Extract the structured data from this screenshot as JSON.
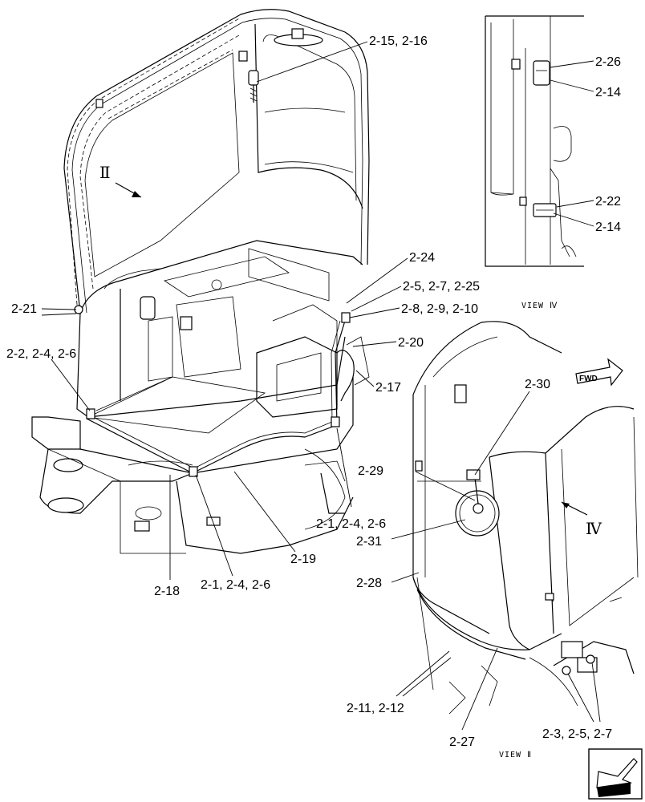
{
  "callouts": {
    "c_2_15": "2-15, 2-16",
    "c_2_26": "2-26",
    "c_2_14a": "2-14",
    "c_2_22": "2-22",
    "c_2_14b": "2-14",
    "c_2_24": "2-24",
    "c_2_5": "2-5, 2-7, 2-25",
    "c_2_8": "2-8, 2-9, 2-10",
    "c_2_21": "2-21",
    "c_2_2": "2-2, 2-4, 2-6",
    "c_2_20": "2-20",
    "c_2_17": "2-17",
    "c_2_30": "2-30",
    "c_2_29": "2-29",
    "c_2_1a": "2-1, 2-4, 2-6",
    "c_2_31": "2-31",
    "c_2_19": "2-19",
    "c_2_28": "2-28",
    "c_2_18": "2-18",
    "c_2_1b": "2-1, 2-4, 2-6",
    "c_2_11": "2-11, 2-12",
    "c_2_27": "2-27",
    "c_2_3": "2-3, 2-5, 2-7"
  },
  "views": {
    "view_iv": "VIEW Ⅳ",
    "view_ii": "VIEW Ⅱ",
    "marker_ii": "Ⅱ",
    "marker_iv": "Ⅳ"
  },
  "badge": {
    "fwd": "FWD"
  },
  "icons": {
    "fwd": "fwd-arrow-icon",
    "nav": "next-page-arrow-icon"
  }
}
